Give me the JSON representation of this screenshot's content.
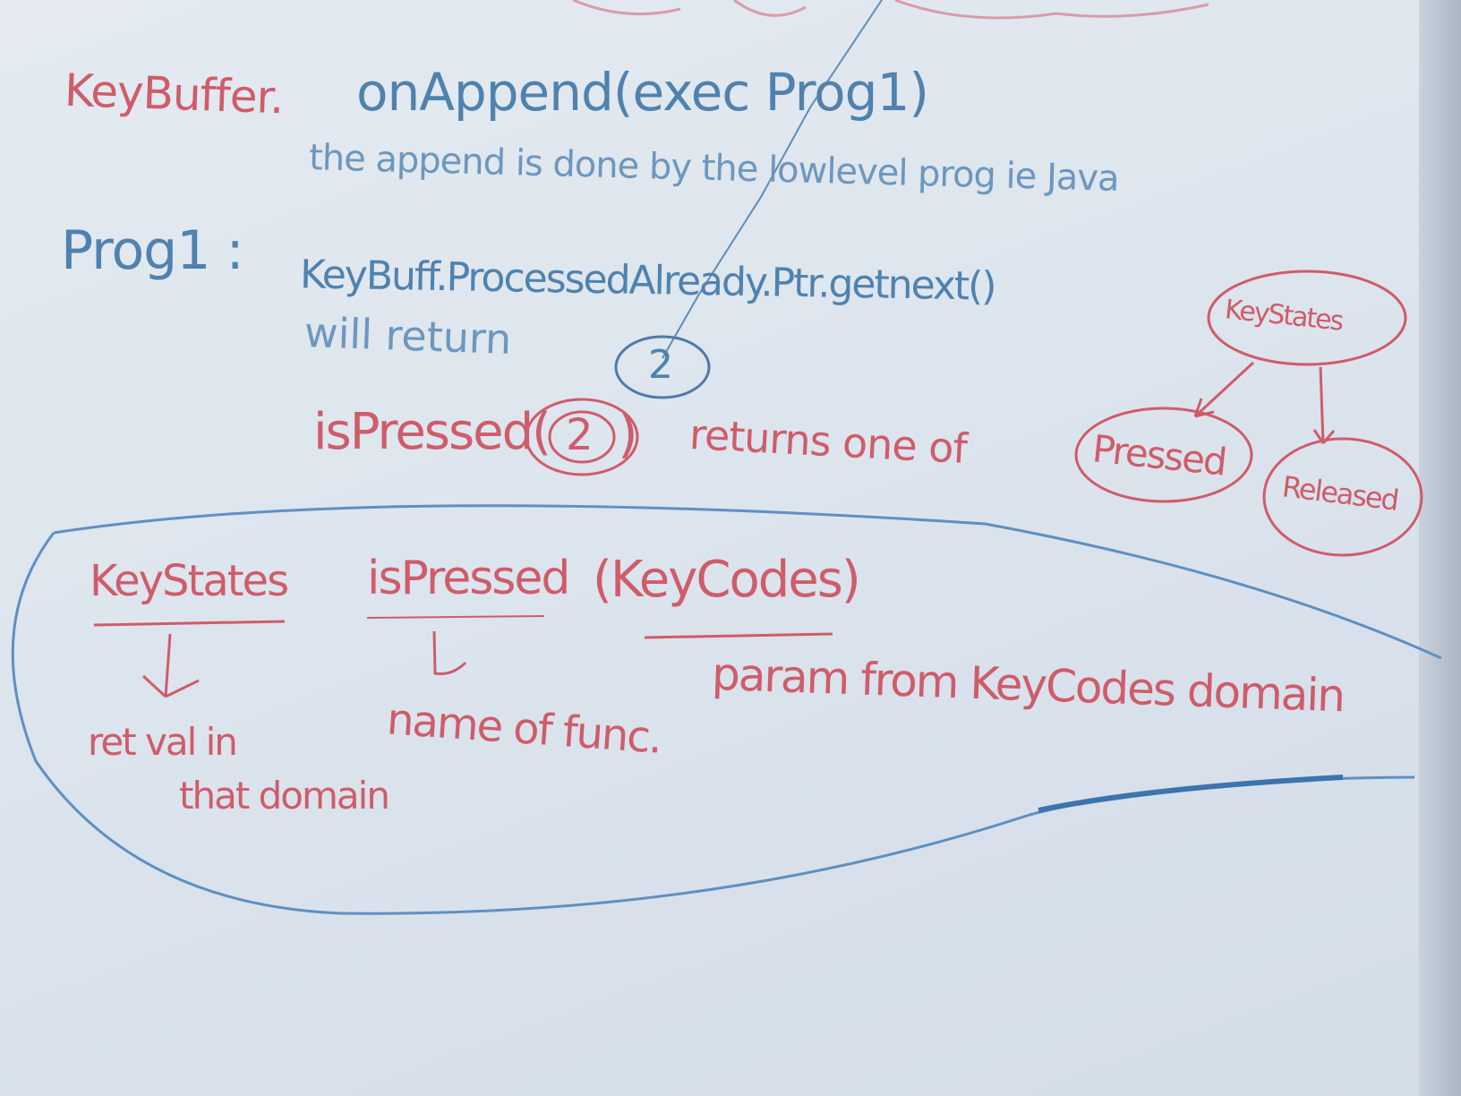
{
  "colors": {
    "red_ink": "#cf5c6a",
    "blue_ink": "#4f82ae",
    "paper": "#e0e7ef"
  },
  "notes": {
    "line1": {
      "object": "KeyBuffer.",
      "call": "onAppend(exec Prog1)",
      "comment": "the append is done by the lowlevel prog ie Java"
    },
    "line2": {
      "label": "Prog1 :",
      "call": "KeyBuff.ProcessedAlready.Ptr.getnext()",
      "result_prefix": "will return",
      "circled_value": "2"
    },
    "line3": {
      "call_prefix": "isPressed(",
      "circled_value": "2",
      "call_suffix": ")",
      "text": "returns one of"
    },
    "diagram": {
      "parent": "KeyStates",
      "children": [
        "Pressed",
        "Released"
      ]
    },
    "explanation": {
      "signature_return": "KeyStates",
      "signature_func": "isPressed",
      "signature_param": "(KeyCodes)",
      "note_return": "ret val in",
      "note_return_2": "that domain",
      "note_func": "name of func.",
      "note_param": "param from KeyCodes domain"
    }
  }
}
